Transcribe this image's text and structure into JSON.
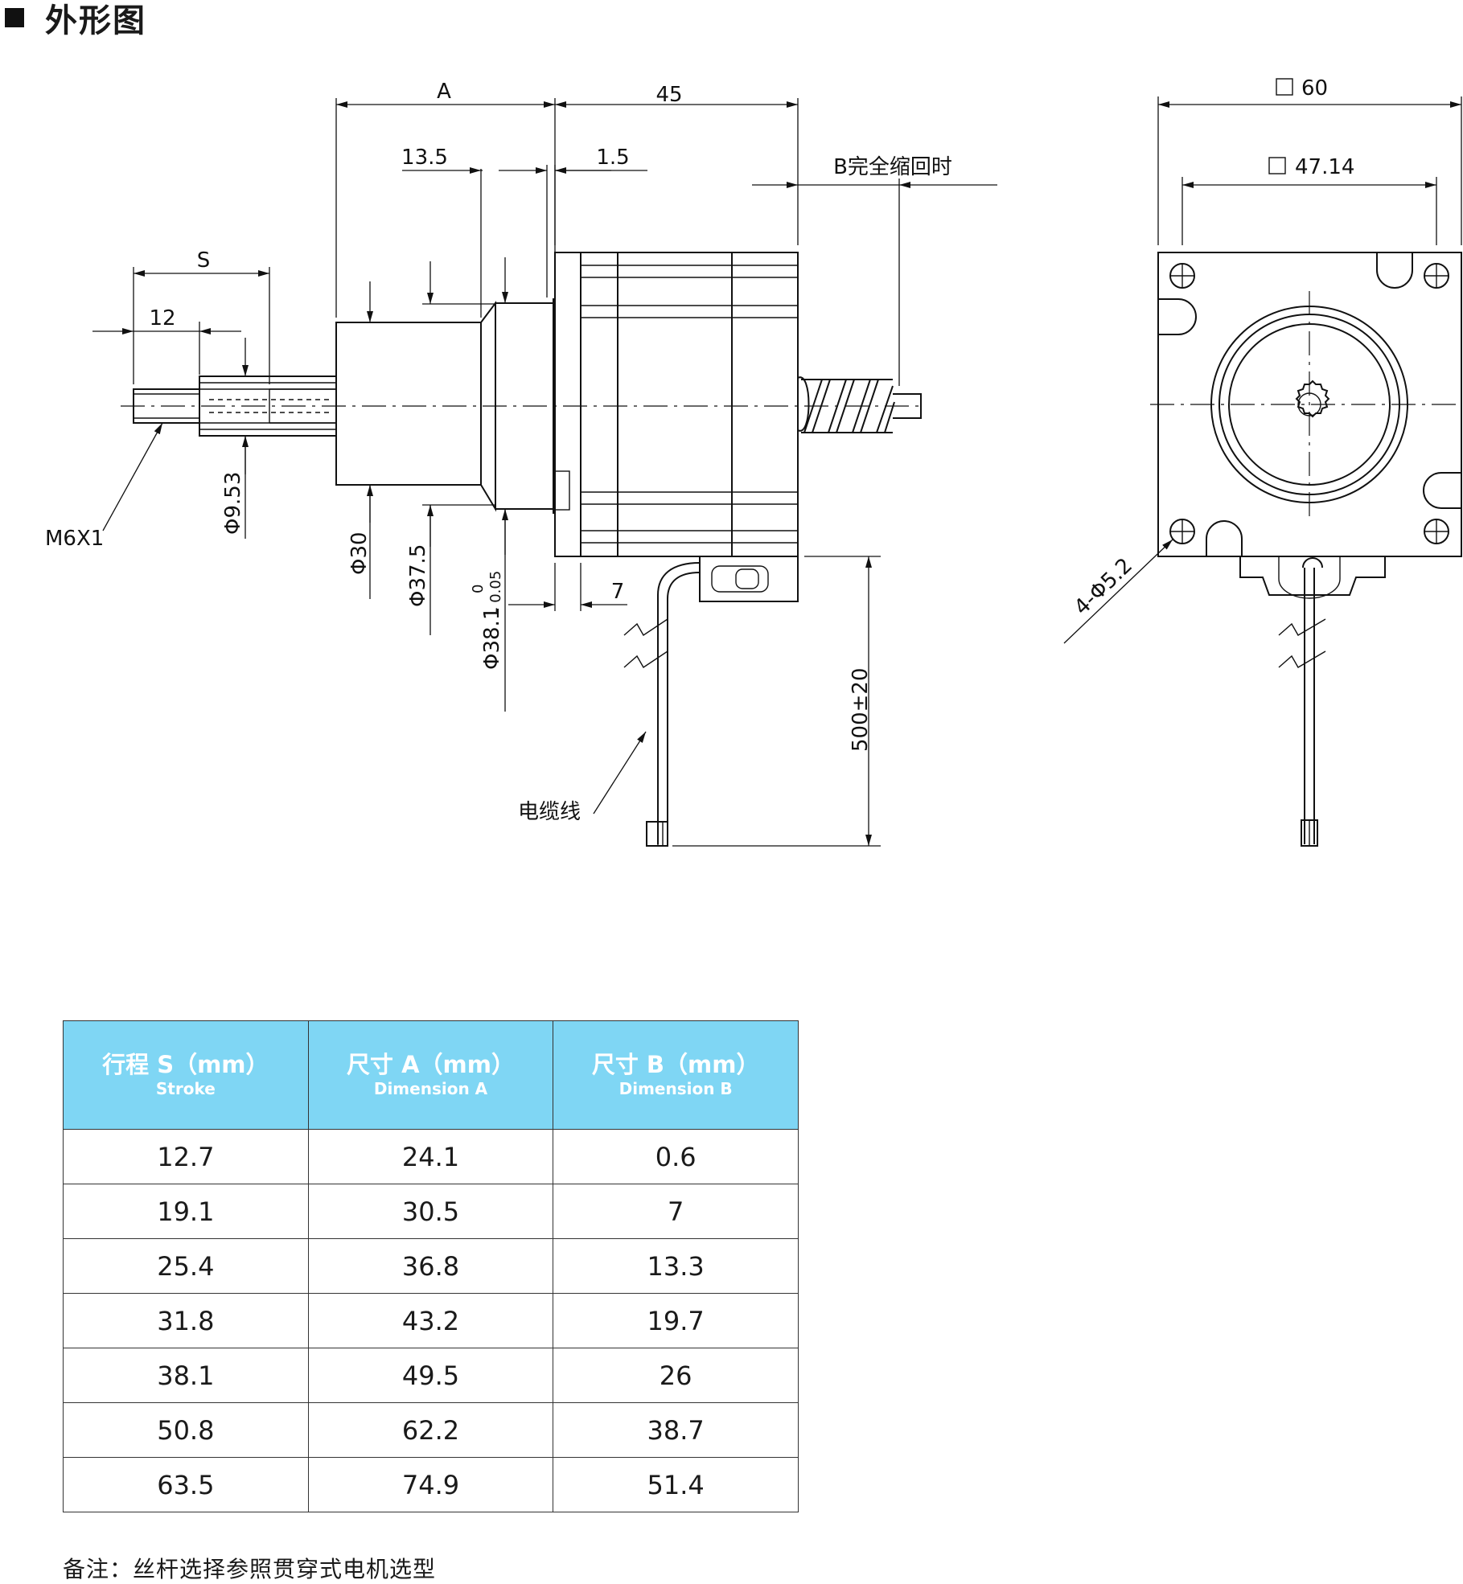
{
  "title": "外形图",
  "dimensions": {
    "A": "A",
    "d45": "45",
    "d13_5": "13.5",
    "d1_5": "1.5",
    "B_retract": "B完全缩回时",
    "S": "S",
    "d12": "12",
    "M6X1": "M6X1",
    "phi9_53": "Φ9.53",
    "phi30": "Φ30",
    "phi37_5": "Φ37.5",
    "phi38_1": "Φ38.1",
    "tol_upper": "0",
    "tol_lower": "- 0.05",
    "d7": "7",
    "cable_length": "500±20",
    "cable": "电缆线",
    "sq60": "60",
    "sq47_14": "47.14",
    "holes": "4-Φ5.2"
  },
  "table": {
    "headers": [
      {
        "cn": "行程 S（mm）",
        "en": "Stroke"
      },
      {
        "cn": "尺寸 A（mm）",
        "en": "Dimension A"
      },
      {
        "cn": "尺寸 B（mm）",
        "en": "Dimension B"
      }
    ],
    "rows": [
      [
        "12.7",
        "24.1",
        "0.6"
      ],
      [
        "19.1",
        "30.5",
        "7"
      ],
      [
        "25.4",
        "36.8",
        "13.3"
      ],
      [
        "31.8",
        "43.2",
        "19.7"
      ],
      [
        "38.1",
        "49.5",
        "26"
      ],
      [
        "50.8",
        "62.2",
        "38.7"
      ],
      [
        "63.5",
        "74.9",
        "51.4"
      ]
    ]
  },
  "note": "备注：丝杆选择参照贯穿式电机选型"
}
